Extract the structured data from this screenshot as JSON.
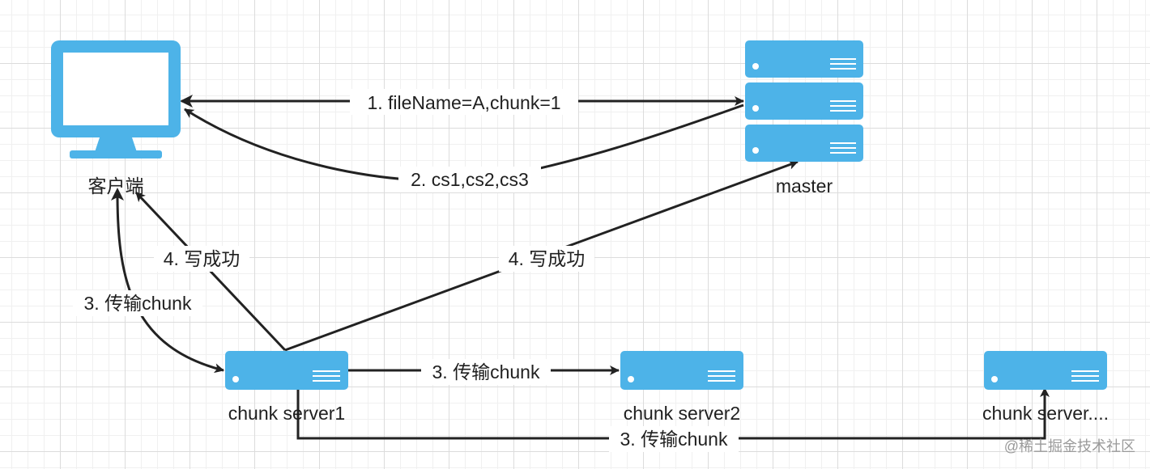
{
  "nodes": {
    "client": {
      "label": "客户端",
      "icon": "monitor-icon"
    },
    "master": {
      "label": "master",
      "icon": "server-stack-icon"
    },
    "chunk_server1": {
      "label": "chunk server1",
      "icon": "server-icon"
    },
    "chunk_server2": {
      "label": "chunk server2",
      "icon": "server-icon"
    },
    "chunk_server_n": {
      "label": "chunk server....",
      "icon": "server-icon"
    }
  },
  "edges": {
    "request": "1. fileName=A,chunk=1",
    "response": "2. cs1,cs2,cs3",
    "transfer_client": "3. 传输chunk",
    "transfer_cs2": "3. 传输chunk",
    "transfer_csn": "3. 传输chunk",
    "ack_client": "4. 写成功",
    "ack_master": "4. 写成功"
  },
  "watermark": "@稀土掘金技术社区",
  "colors": {
    "icon": "#4db3e8",
    "line": "#222222",
    "grid": "#dcdcdc"
  }
}
